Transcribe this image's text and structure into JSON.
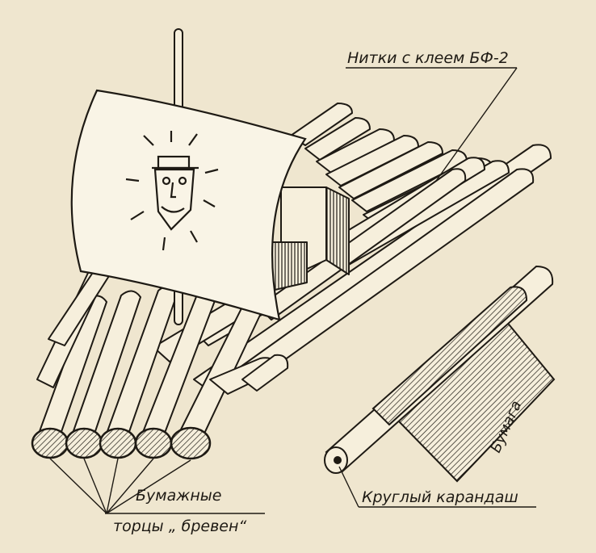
{
  "labels": {
    "threads_glue": "Нитки с клеем БФ-2",
    "paper": "Бумага",
    "pencil": "Круглый карандаш",
    "log_ends_line1": "Бумажные",
    "log_ends_line2": "торцы „ бревен“"
  },
  "colors": {
    "paper": "#efe6cf",
    "ink": "#1e1a14",
    "log_fill": "#f6efdc",
    "sail_fill": "#f9f4e6"
  }
}
